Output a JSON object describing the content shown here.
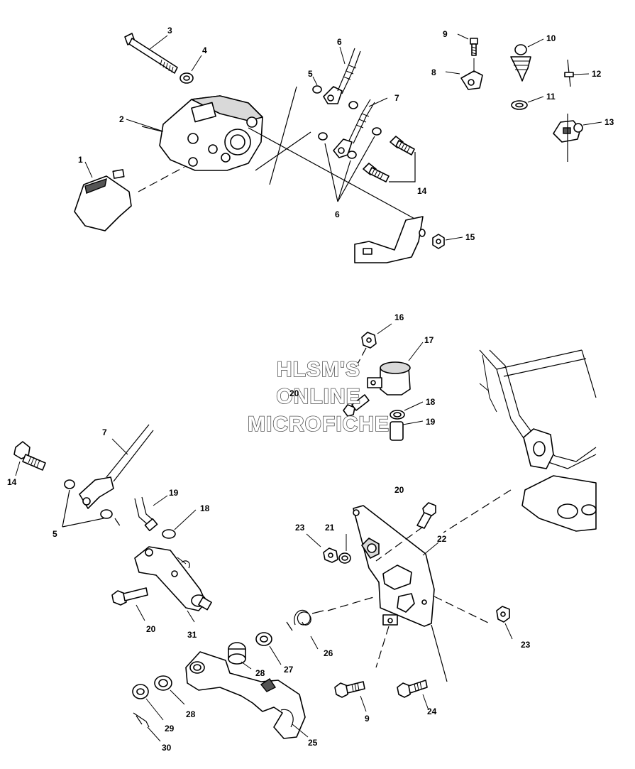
{
  "watermark": {
    "line1": "HLSM'S",
    "line2": "ONLINE",
    "line3": "MICROFICHE"
  },
  "callouts": {
    "c1": "1",
    "c2": "2",
    "c3": "3",
    "c4": "4",
    "c5a": "5",
    "c6a": "6",
    "c7a": "7",
    "c6b": "6",
    "c14a": "14",
    "c15": "15",
    "c9a": "9",
    "c8": "8",
    "c10": "10",
    "c11": "11",
    "c12": "12",
    "c13": "13",
    "c16": "16",
    "c17": "17",
    "c20a": "20",
    "c18a": "18",
    "c19a": "19",
    "c7b": "7",
    "c14b": "14",
    "c5b": "5",
    "c19b": "19",
    "c18b": "18",
    "c20b": "20",
    "c31": "31",
    "c20c": "20",
    "c23a": "23",
    "c21": "21",
    "c22": "22",
    "c23b": "23",
    "c26": "26",
    "c28a": "28",
    "c27": "27",
    "c28b": "28",
    "c29": "29",
    "c30": "30",
    "c25": "25",
    "c9b": "9",
    "c24": "24"
  }
}
